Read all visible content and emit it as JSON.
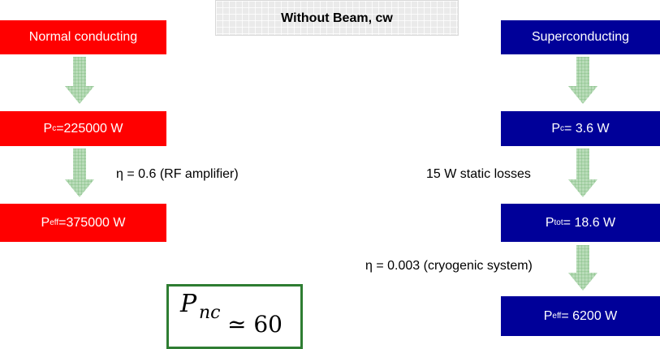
{
  "title": "Without Beam, cw",
  "left": {
    "header": "Normal conducting",
    "pc": {
      "symbol": "P",
      "sub": "c",
      "value": "=225000 W"
    },
    "efficiency_label": "η = 0.6 (RF amplifier)",
    "peff": {
      "symbol": "P",
      "sub": "eff",
      "value": "=375000 W"
    }
  },
  "right": {
    "header": "Superconducting",
    "pc": {
      "symbol": "P",
      "sub": "c",
      "value": "= 3.6 W"
    },
    "static_label": "15 W static losses",
    "ptot": {
      "symbol": "P",
      "sub": "tot",
      "value": "= 18.6 W"
    },
    "efficiency_label": "η = 0.003 (cryogenic system)",
    "peff": {
      "symbol": "P",
      "sub": "eff",
      "value": "= 6200 W"
    }
  },
  "formula": {
    "symbol": "P",
    "sub": "nc",
    "relation": "≃ 60"
  },
  "colors": {
    "normal_conducting": "#ff0000",
    "superconducting": "#000099",
    "arrow_fill": "#b9dcb9",
    "arrow_grid": "#6fae6f",
    "formula_border": "#2e7d32"
  }
}
